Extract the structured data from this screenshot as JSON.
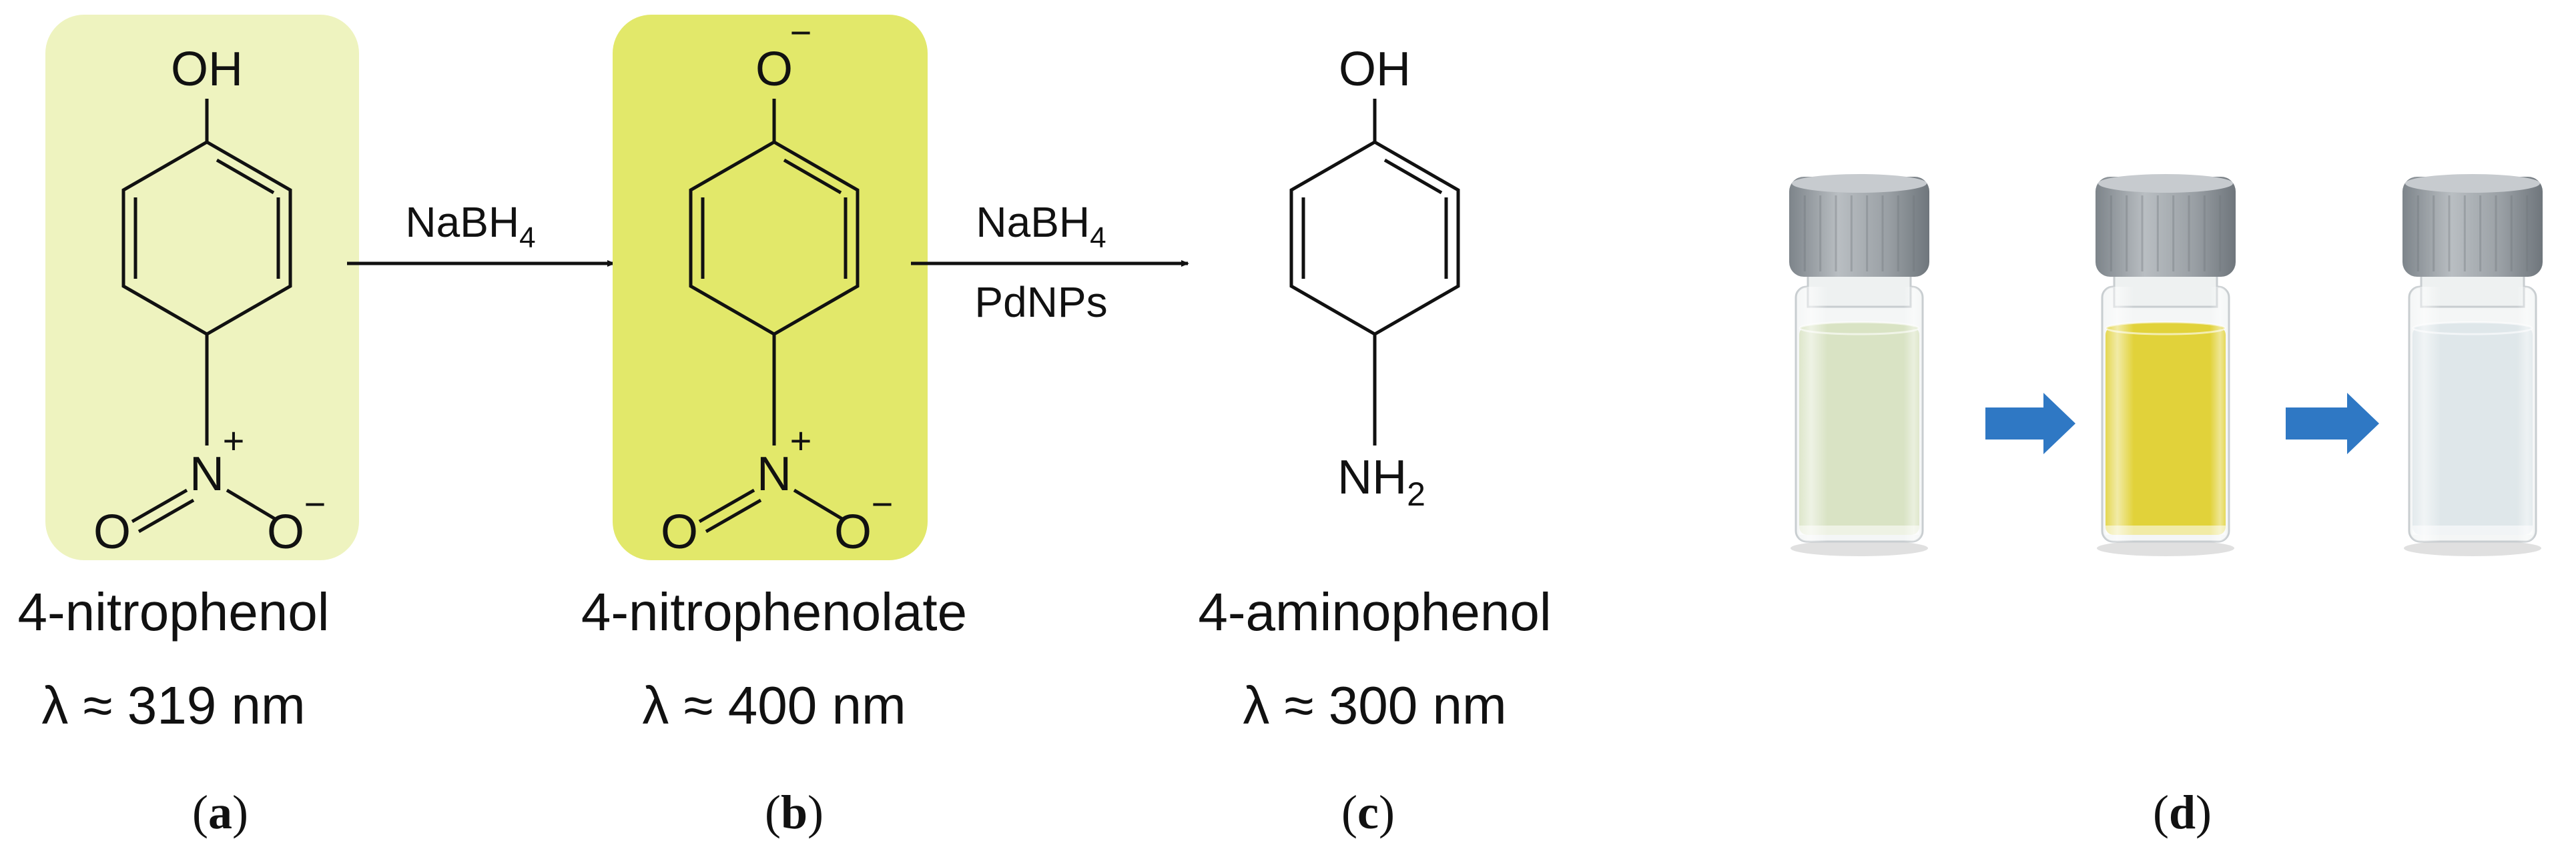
{
  "colors": {
    "highlight_light": "#eef3bf",
    "highlight_strong": "#e2e86a",
    "arrow_blue": "#2f78c4",
    "cap_gray": "#8e959b"
  },
  "reaction": {
    "step1": {
      "reagent_main": "NaBH",
      "reagent_sub": "4"
    },
    "step2": {
      "reagent_main": "NaBH",
      "reagent_sub": "4",
      "catalyst": "PdNPs"
    }
  },
  "compounds": [
    {
      "name": "4-nitrophenol",
      "lambda": "λ ≈ 319 nm",
      "top_group": "OH",
      "bottom_left": "O",
      "bottom_n": "N",
      "n_charge": "+",
      "bottom_right": "O",
      "o_charge": "−",
      "panel": "a"
    },
    {
      "name": "4-nitrophenolate",
      "lambda": "λ ≈ 400 nm",
      "top_group": "O",
      "top_charge": "−",
      "bottom_left": "O",
      "bottom_n": "N",
      "n_charge": "+",
      "bottom_right": "O",
      "o_charge": "−",
      "panel": "b"
    },
    {
      "name": "4-aminophenol",
      "lambda": "λ ≈ 300 nm",
      "top_group": "OH",
      "amine_main": "NH",
      "amine_sub": "2",
      "panel": "c"
    }
  ],
  "photo": {
    "panel": "d",
    "vials": [
      {
        "liquid": "#d9e3c4",
        "state": "4-nitrophenol solution"
      },
      {
        "liquid": "#e1d23a",
        "state": "4-nitrophenolate solution"
      },
      {
        "liquid": "#dfe7ea",
        "state": "4-aminophenol solution"
      }
    ]
  },
  "labels": {
    "a_open": "(",
    "a_letter": "a",
    "a_close": ")",
    "b_open": "(",
    "b_letter": "b",
    "b_close": ")",
    "c_open": "(",
    "c_letter": "c",
    "c_close": ")",
    "d_open": "(",
    "d_letter": "d",
    "d_close": ")"
  }
}
